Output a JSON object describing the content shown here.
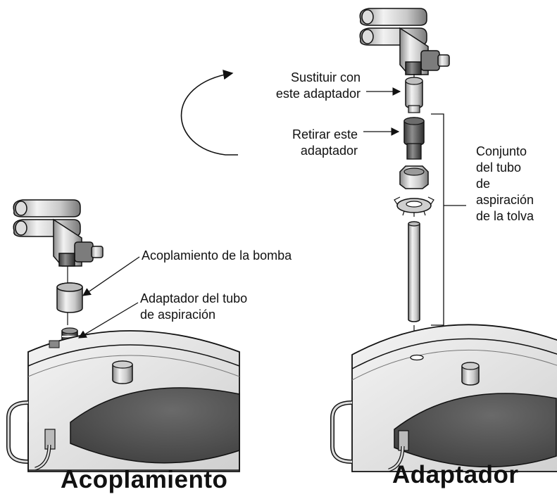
{
  "labels": {
    "replace_1": "Sustituir con",
    "replace_2": "este adaptador",
    "remove_1": "Retirar este",
    "remove_2": "adaptador",
    "suction_1": "Conjunto",
    "suction_2": "del tubo",
    "suction_3": "de",
    "suction_4": "aspiración",
    "suction_5": "de la tolva",
    "pump_coupling": "Acoplamiento de la bomba",
    "tube_adapter_1": "Adaptador del tubo",
    "tube_adapter_2": "de aspiración"
  },
  "captions": {
    "left": "Acoplamiento",
    "right": "Adaptador"
  },
  "colors": {
    "line": "#111111",
    "metal_light": "#e2e2e2",
    "metal_mid": "#b4b4b4",
    "metal_dark": "#5a5a5a",
    "lid_dark": "#4a4a4a"
  }
}
